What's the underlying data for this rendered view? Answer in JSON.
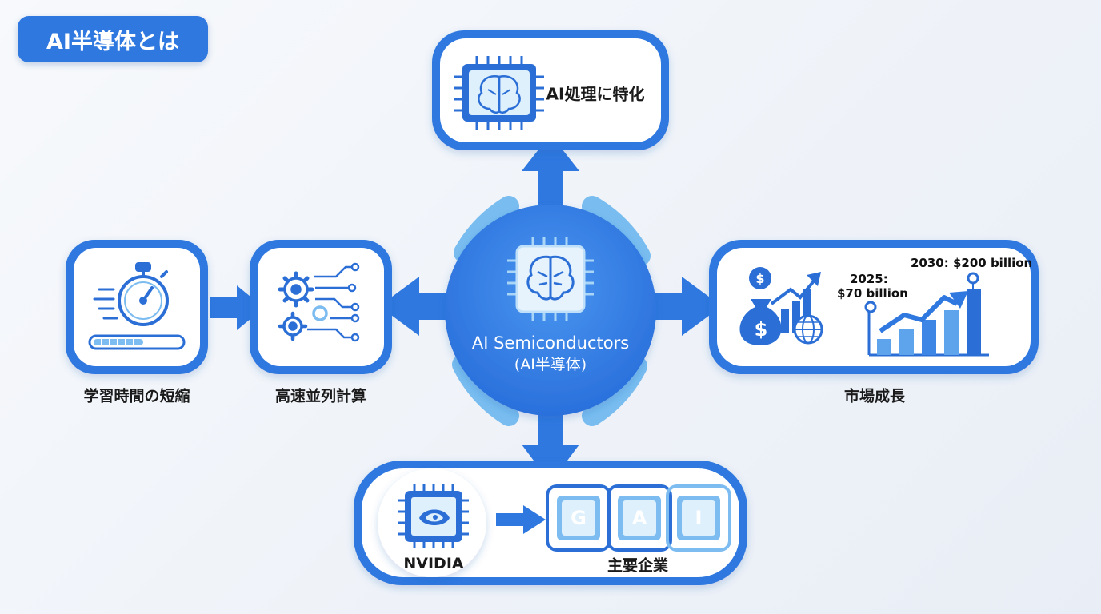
{
  "header": {
    "title": "AI半導体とは"
  },
  "center": {
    "title_en": "AI Semiconductors",
    "title_jp": "(AI半導体)"
  },
  "top_node": {
    "label": "AI処理に特化",
    "icon": "brain-chip-icon"
  },
  "left_nodes": [
    {
      "label": "学習時間の短縮",
      "icon": "stopwatch-icon"
    },
    {
      "label": "高速並列計算",
      "icon": "gears-circuit-icon"
    }
  ],
  "right_node": {
    "label": "市場成長",
    "icon": "money-bag-growth-icon",
    "points": [
      {
        "year": "2025",
        "label": "2025:",
        "value_label": "$70 billion"
      },
      {
        "year": "2030",
        "label": "2030: $200 billion"
      }
    ]
  },
  "bottom_node": {
    "label": "主要企業",
    "nvidia_label": "NVIDIA",
    "company_letters": [
      "G",
      "A",
      "I"
    ]
  },
  "colors": {
    "primary": "#2f78e0",
    "light_ring": "#7cc0f2",
    "panel_fill": "#ffffff",
    "icon_blue": "#2b6fd6"
  }
}
